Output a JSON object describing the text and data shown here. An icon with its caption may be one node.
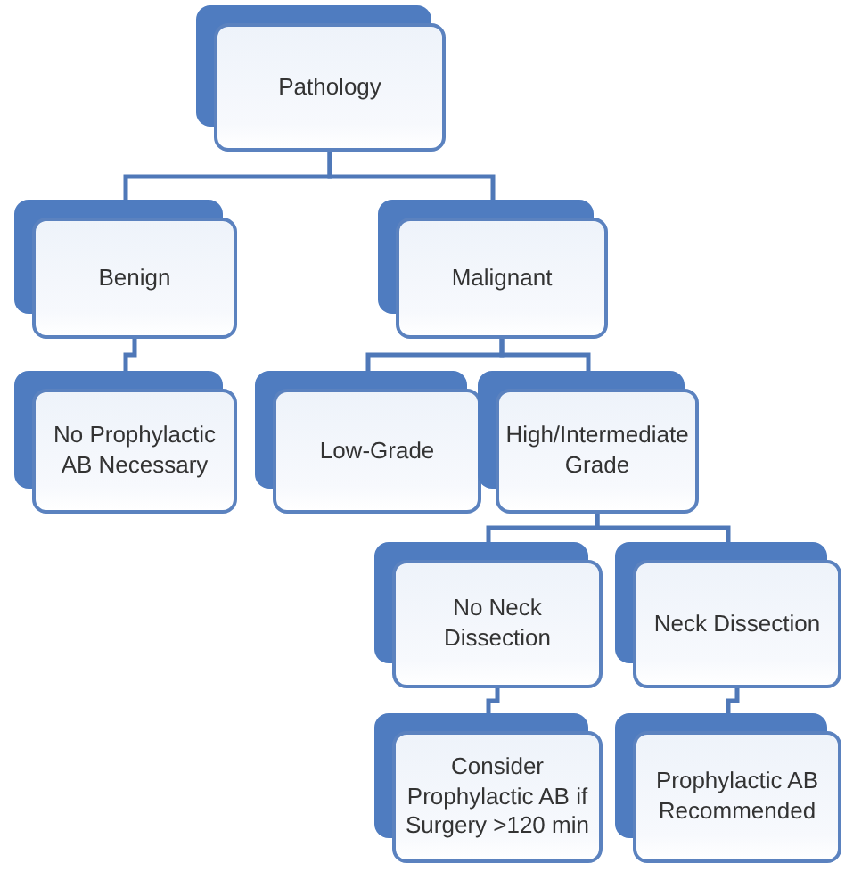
{
  "diagram": {
    "nodes": [
      {
        "text": [
          "Pathology"
        ]
      },
      {
        "text": [
          "Benign"
        ]
      },
      {
        "text": [
          "Malignant"
        ]
      },
      {
        "text": [
          "No Prophylactic AB Necessary"
        ]
      },
      {
        "text": [
          "Low-Grade"
        ]
      },
      {
        "text": [
          "High/Intermediate Grade"
        ]
      },
      {
        "text": [
          "No Neck Dissection"
        ]
      },
      {
        "text": [
          "Neck Dissection"
        ]
      },
      {
        "text": [
          "Consider Prophylactic AB if Surgery >120 min"
        ]
      },
      {
        "text": [
          "Prophylactic AB Recommended"
        ]
      }
    ],
    "edges": [
      {
        "from": 0,
        "to": 1,
        "arrow": "none"
      },
      {
        "from": 0,
        "to": 2,
        "arrow": "none"
      },
      {
        "from": 1,
        "to": 3,
        "arrow": "none"
      },
      {
        "from": 2,
        "to": 4,
        "arrow": "none"
      },
      {
        "from": 2,
        "to": 5,
        "arrow": "none"
      },
      {
        "from": 5,
        "to": 6,
        "arrow": "none"
      },
      {
        "from": 5,
        "to": 7,
        "arrow": "none"
      },
      {
        "from": 6,
        "to": 8,
        "arrow": "none"
      },
      {
        "from": 7,
        "to": 9,
        "arrow": "none"
      }
    ]
  }
}
